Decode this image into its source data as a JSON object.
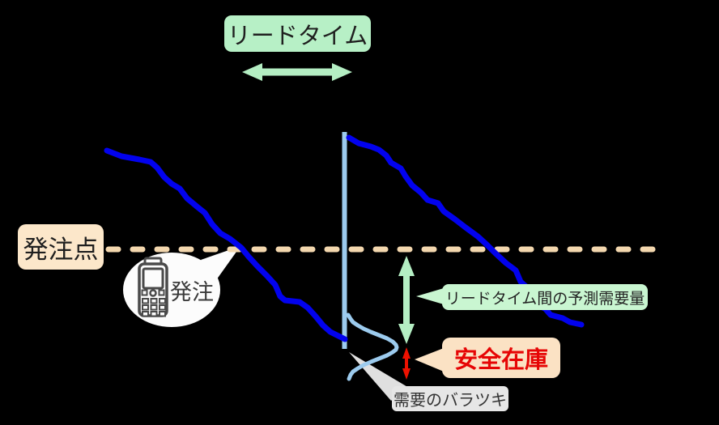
{
  "labels": {
    "lead_time": "リードタイム",
    "reorder_point": "発注点",
    "order": "発注",
    "forecast_demand": "リードタイム間の予測需要量",
    "safety_stock": "安全在庫",
    "demand_variation": "需要のバラツキ"
  },
  "icons": {
    "handy_terminal": "handy-terminal-icon"
  },
  "colors": {
    "background": "#000000",
    "inventory_line_blue": "#0202ee",
    "replenishment_light_blue": "#9ccbee",
    "lead_time_green": "#b7f0c6",
    "bubble_green": "#c9f6d1",
    "arrow_green": "#b4eec3",
    "reorder_peach": "#fce7ca",
    "safety_peach": "#fbe2c4",
    "dash_tan": "#f3d7ae",
    "safety_arrow_red": "#ee1100",
    "safety_text_red": "#e60505",
    "variation_gray": "#e6e6e6",
    "bubble_white": "#fcfcfc"
  }
}
